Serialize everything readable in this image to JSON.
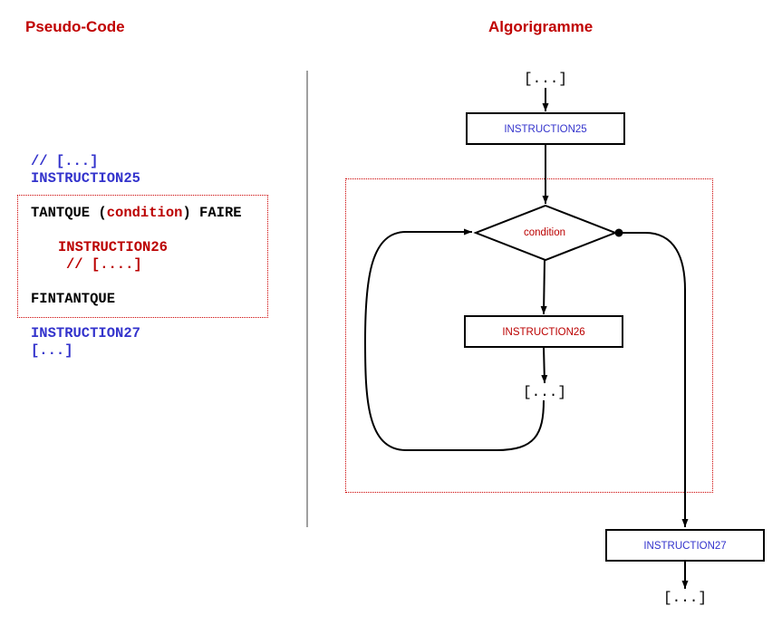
{
  "pseudo_code": {
    "heading": "Pseudo-Code",
    "comment_top": "// [...]",
    "instr25": "INSTRUCTION25",
    "tantque_prefix": "TANTQUE (",
    "condition": "condition",
    "tantque_suffix": ") FAIRE",
    "instr26": "INSTRUCTION26",
    "comment_inner": "// [....]",
    "fintantque": "FINTANTQUE",
    "instr27": "INSTRUCTION27",
    "ellipsis_bottom": "[...]"
  },
  "flowchart": {
    "heading": "Algorigramme",
    "start": "[...]",
    "instr25": "INSTRUCTION25",
    "condition": "condition",
    "instr26": "INSTRUCTION26",
    "loop_ellipsis": "[...]",
    "instr27": "INSTRUCTION27",
    "end": "[...]"
  },
  "colors": {
    "blue": "#3333cc",
    "red": "#bb0000",
    "heading": "#c00000"
  }
}
